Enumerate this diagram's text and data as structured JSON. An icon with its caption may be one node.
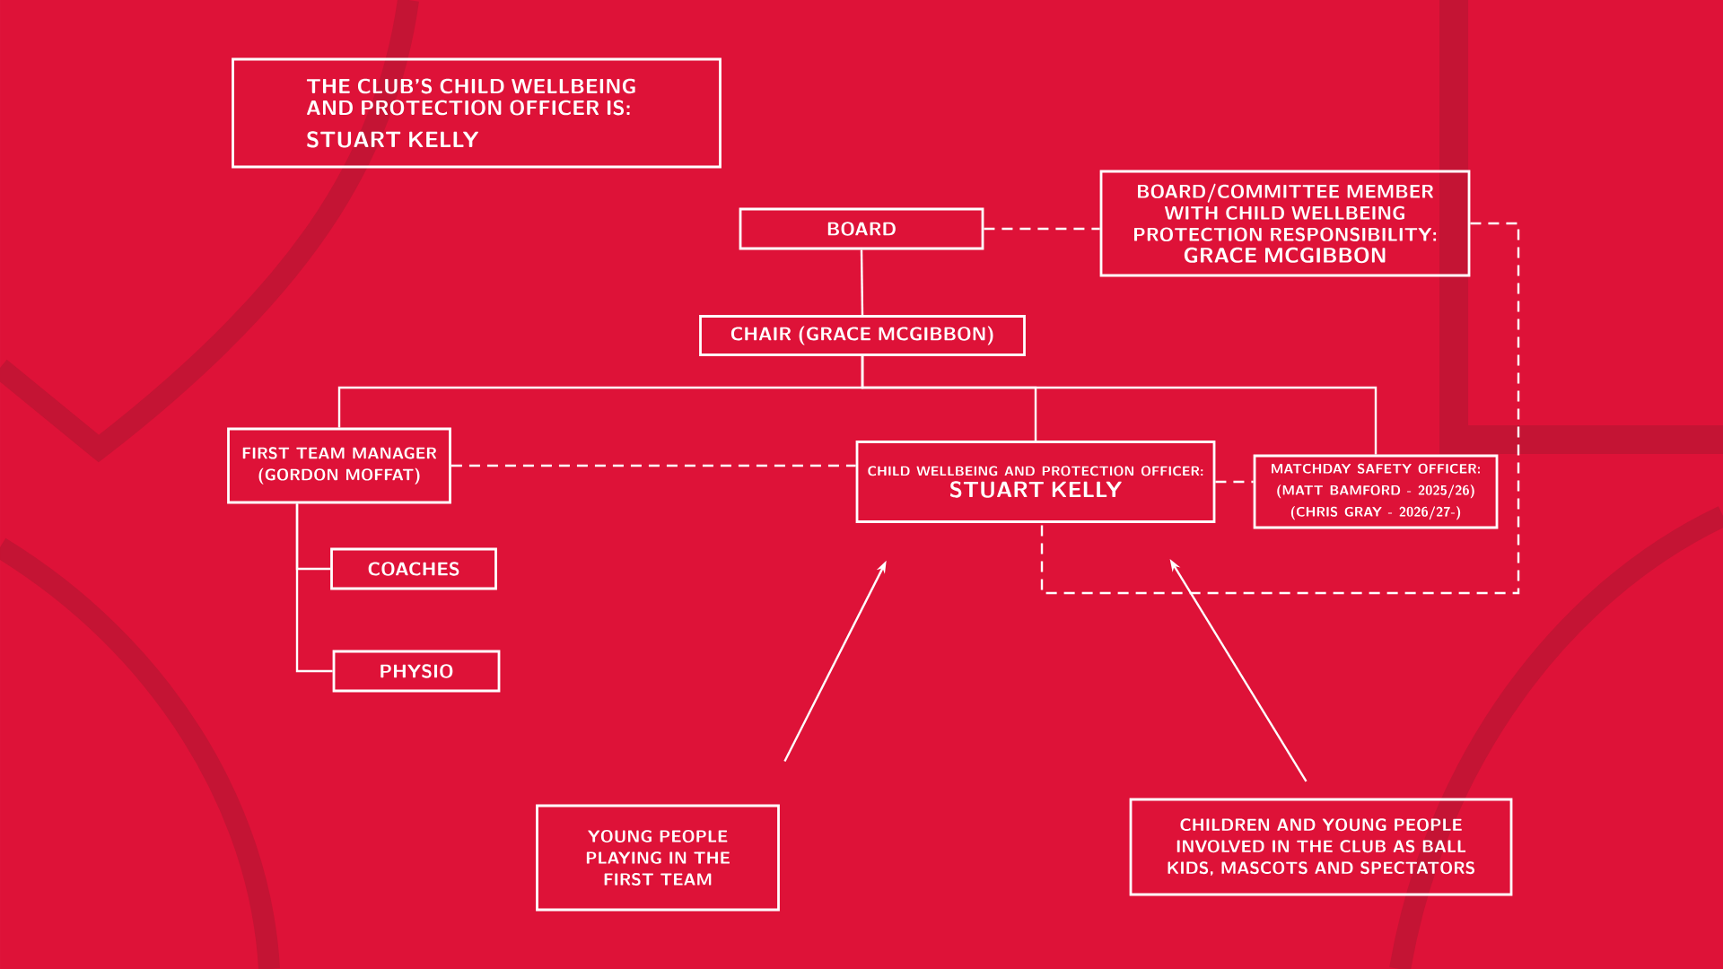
{
  "diagram": {
    "nodes": [
      {
        "text": [
          "THE CLUB’S CHILD WELLBEING AND PROTECTION OFFICER IS:",
          "STUART KELLY"
        ]
      },
      {
        "text": [
          "BOARD"
        ]
      },
      {
        "text": [
          "BOARD/COMMITTEE MEMBER WITH CHILD WELLBEING PROTECTION RESPONSIBILITY:",
          "GRACE MCGIBBON"
        ]
      },
      {
        "text": [
          "CHAIR (**GRACE MCGIBBON**)"
        ]
      },
      {
        "text": [
          "FIRST TEAM MANAGER (GORDON MOFFAT)"
        ]
      },
      {
        "text": [
          "CHILD WELLBEING AND PROTECTION OFFICER:",
          "STUART KELLY"
        ]
      },
      {
        "text": [
          "MATCHDAY SAFETY OFFICER:",
          "(**MATT BAMFORD** - 2025/26)",
          "(CHRIS GRAY - 2026/27-)"
        ]
      },
      {
        "text": [
          "COACHES"
        ]
      },
      {
        "text": [
          "PHYSIO"
        ]
      },
      {
        "text": [
          "YOUNG PEOPLE PLAYING IN THE FIRST TEAM"
        ]
      },
      {
        "text": [
          "CHILDREN AND YOUNG PEOPLE INVOLVED IN THE CLUB AS BALL KIDS, MASCOTS AND SPECTATORS"
        ]
      }
    ],
    "edges": [
      {
        "from": 1,
        "to": 3,
        "arrow": "none"
      },
      {
        "from": 1,
        "to": 2,
        "arrow": "none",
        "style": "dashed"
      },
      {
        "from": 3,
        "to": 4,
        "arrow": "none"
      },
      {
        "from": 3,
        "to": 5,
        "arrow": "none"
      },
      {
        "from": 3,
        "to": 6,
        "arrow": "none"
      },
      {
        "from": 4,
        "to": 5,
        "arrow": "none",
        "style": "dashed"
      },
      {
        "from": 5,
        "to": 6,
        "arrow": "none",
        "style": "dashed"
      },
      {
        "from": 2,
        "to": 5,
        "arrow": "none",
        "style": "dashed"
      },
      {
        "from": 4,
        "to": 7,
        "arrow": "none"
      },
      {
        "from": 4,
        "to": 8,
        "arrow": "none"
      },
      {
        "from": 9,
        "to": 5,
        "arrow": "to"
      },
      {
        "from": 10,
        "to": 5,
        "arrow": "to"
      }
    ]
  }
}
